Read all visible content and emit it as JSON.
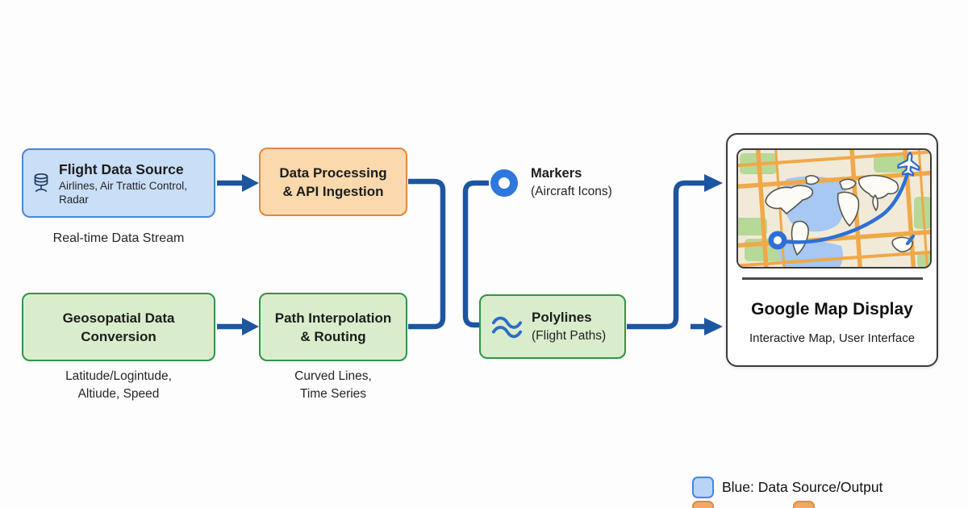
{
  "nodes": {
    "flight_data_source": {
      "title": "Flight Data Source",
      "subtitle": "Airlines, Air Trattic Control, Radar",
      "caption": "Real-time Data Stream"
    },
    "data_processing": {
      "line1": "Data Processing",
      "line2": "& API Ingestion"
    },
    "markers": {
      "title": "Markers",
      "subtitle": "(Aircraft Icons)"
    },
    "geospatial_conversion": {
      "line1": "Geosopatial Data",
      "line2": "Conversion",
      "caption_line1": "Latitude/Logintude,",
      "caption_line2": "Altiude, Speed"
    },
    "path_interpolation": {
      "line1": "Path Interpolation",
      "line2": "& Routing",
      "caption_line1": "Curved Lines,",
      "caption_line2": "Time Series"
    },
    "polylines": {
      "title": "Polylines",
      "subtitle": "(Flight Paths)"
    },
    "map_display": {
      "title": "Google Map Display",
      "subtitle": "Interactive Map, User Interface"
    }
  },
  "legend": {
    "items": [
      {
        "label": "Blue: Data Source/Output",
        "swatch_color": "#b9d4f6",
        "swatch_border": "#4285f4"
      }
    ],
    "partial_swatches": [
      {
        "swatch_color": "#f0aa66",
        "swatch_border": "#dd8a44"
      },
      {
        "swatch_color": "#f0aa66",
        "swatch_border": "#dd8a44"
      }
    ]
  },
  "icons": {
    "database": "database-icon",
    "marker_dot": "marker-dot-icon",
    "waves": "waves-icon",
    "airplane": "airplane-icon",
    "origin_marker": "origin-marker-icon"
  },
  "colors": {
    "connector_blue": "#1d55a0",
    "node_blue_fill": "#c9def7",
    "node_blue_border": "#4a86d8",
    "node_orange_fill": "#fcd9ac",
    "node_orange_border": "#e0873e",
    "node_green_fill": "#d9edcc",
    "node_green_border": "#2f9447",
    "marker_blue": "#2d77dd",
    "map_background": "#f1ead9",
    "map_road_orange": "#f0a848",
    "map_park_green": "#b7d998",
    "map_water_blue": "#a6c8f2",
    "flight_path_blue": "#2c70d6"
  }
}
